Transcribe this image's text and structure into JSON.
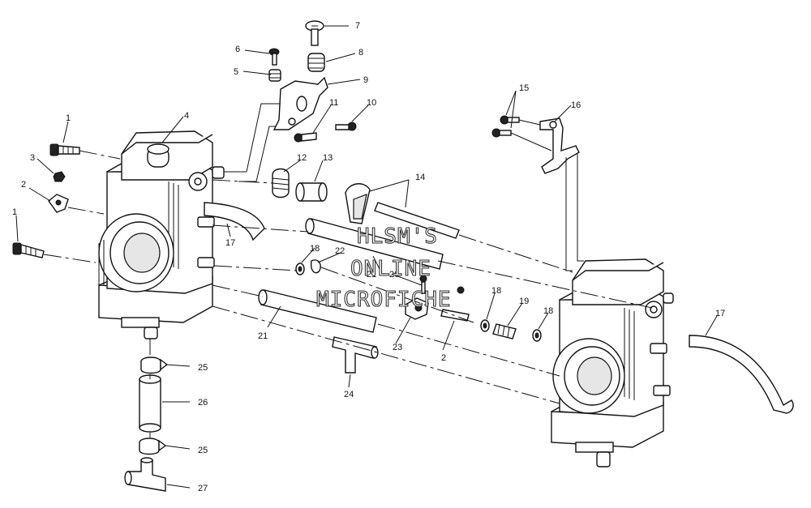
{
  "diagram": {
    "watermark": [
      "HLSM'S",
      "ONLINE",
      "MICROFICHE"
    ],
    "callouts": {
      "c1a": "1",
      "c1b": "1",
      "c2a": "2",
      "c2b": "2",
      "c3": "3",
      "c4": "4",
      "c5": "5",
      "c6": "6",
      "c7": "7",
      "c8": "8",
      "c9": "9",
      "c10": "10",
      "c11": "11",
      "c12": "12",
      "c13": "13",
      "c14": "14",
      "c15": "15",
      "c16": "16",
      "c17a": "17",
      "c17b": "17",
      "c18a": "18",
      "c18b": "18",
      "c18c": "18",
      "c19": "19",
      "c20": "20",
      "c21a": "21",
      "c21b": "21",
      "c22": "22",
      "c23": "23",
      "c24": "24",
      "c25a": "25",
      "c25b": "25",
      "c26": "26",
      "c27": "27"
    }
  }
}
